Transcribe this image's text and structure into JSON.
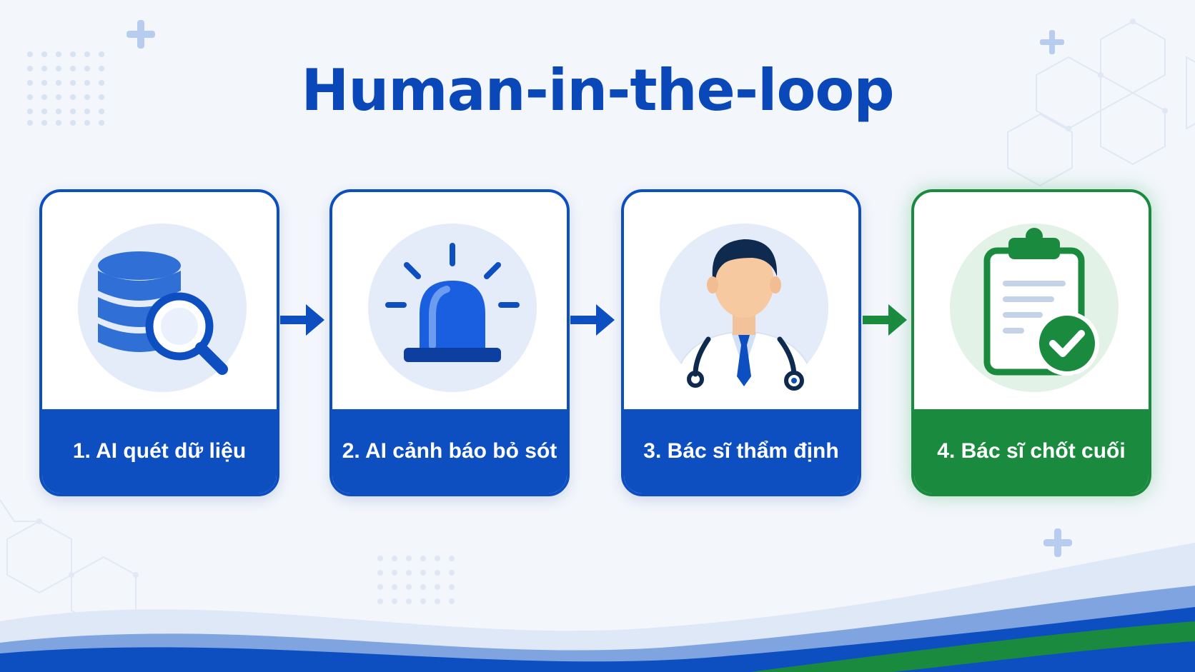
{
  "title": "Human-in-the-loop",
  "steps": [
    {
      "label": "1. AI quét dữ liệu",
      "icon": "database-search-icon"
    },
    {
      "label": "2. AI cảnh báo bỏ sót",
      "icon": "alarm-siren-icon"
    },
    {
      "label": "3. Bác sĩ thẩm định",
      "icon": "doctor-icon"
    },
    {
      "label": "4. Bác sĩ chốt cuối",
      "icon": "clipboard-check-icon"
    }
  ],
  "colors": {
    "primary": "#0d4fc0",
    "accent_green": "#1a8b3e",
    "title": "#0a47b8",
    "background": "#f3f6fb"
  }
}
